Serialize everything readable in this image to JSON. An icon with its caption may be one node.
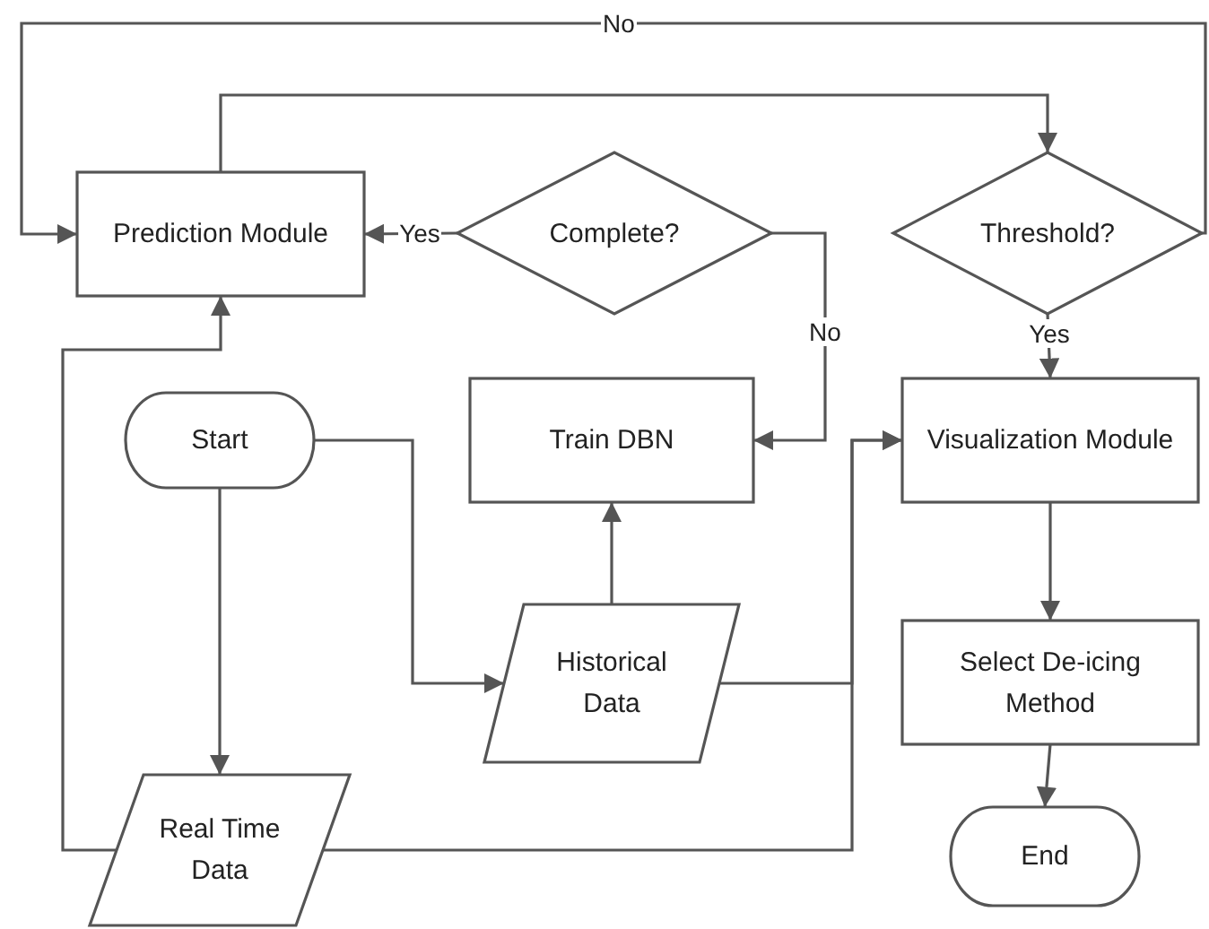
{
  "diagram": {
    "nodes": [
      {
        "text": [
          "Prediction Module"
        ]
      },
      {
        "text": [
          "Complete?"
        ]
      },
      {
        "text": [
          "Threshold?"
        ]
      },
      {
        "text": [
          "Start"
        ]
      },
      {
        "text": [
          "Train DBN"
        ]
      },
      {
        "text": [
          "Visualization Module"
        ]
      },
      {
        "text": [
          "Historical Data"
        ]
      },
      {
        "text": [
          "Select De-icing Method"
        ]
      },
      {
        "text": [
          "Real Time Data"
        ]
      },
      {
        "text": [
          "End"
        ]
      }
    ],
    "edges": [
      {
        "from": 2,
        "to": 0,
        "arrow": "to",
        "label": "No"
      },
      {
        "from": 0,
        "to": 2,
        "arrow": "to"
      },
      {
        "from": 1,
        "to": 0,
        "arrow": "to",
        "label": "Yes"
      },
      {
        "from": 1,
        "to": 4,
        "arrow": "to",
        "label": "No"
      },
      {
        "from": 2,
        "to": 5,
        "arrow": "to",
        "label": "Yes"
      },
      {
        "from": 3,
        "to": 6,
        "arrow": "to"
      },
      {
        "from": 3,
        "to": 8,
        "arrow": "to"
      },
      {
        "from": 6,
        "to": 4,
        "arrow": "to"
      },
      {
        "from": 6,
        "to": 5,
        "arrow": "to"
      },
      {
        "from": 8,
        "to": 5,
        "arrow": "to"
      },
      {
        "from": 8,
        "to": 0,
        "arrow": "to"
      },
      {
        "from": 5,
        "to": 7,
        "arrow": "to"
      },
      {
        "from": 7,
        "to": 9,
        "arrow": "to"
      }
    ]
  }
}
